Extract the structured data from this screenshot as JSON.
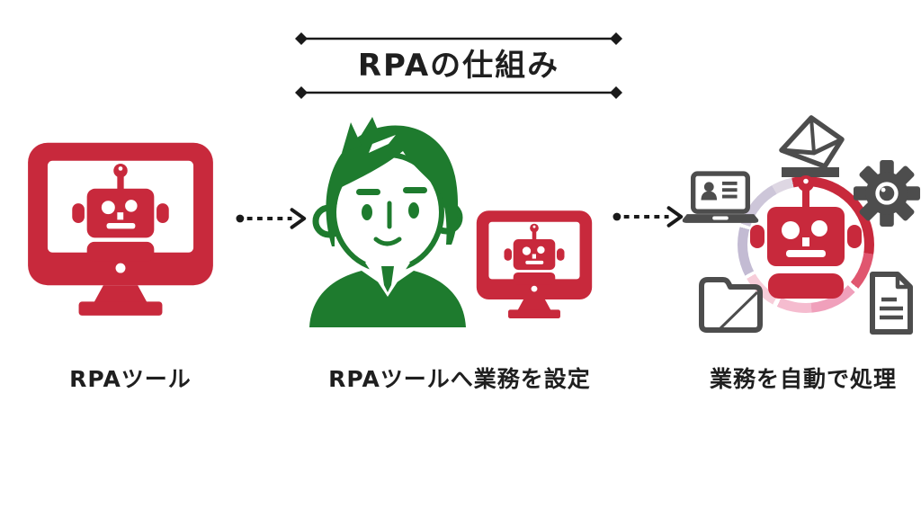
{
  "title": "RPAの仕組み",
  "colors": {
    "red": "#c8293c",
    "green": "#1e7b2e",
    "icon_gray": "#4d4d4d",
    "text": "#1f1f1f",
    "ring_pink": "#f0a0bb",
    "ring_lavender": "#c3bbd3"
  },
  "steps": [
    {
      "label": "RPAツール",
      "icon": "rpa-monitor-robot-icon"
    },
    {
      "label": "RPAツールへ業務を設定",
      "icons": [
        "businessman-icon",
        "rpa-monitor-robot-icon"
      ]
    },
    {
      "label": "業務を自動で処理",
      "icons": [
        "robot-icon",
        "laptop-profile-icon",
        "mail-icon",
        "gear-icon",
        "folder-icon",
        "document-icon"
      ]
    }
  ],
  "connectors": [
    {
      "type": "dashed-arrow",
      "direction": "right"
    },
    {
      "type": "dashed-arrow",
      "direction": "right"
    }
  ]
}
